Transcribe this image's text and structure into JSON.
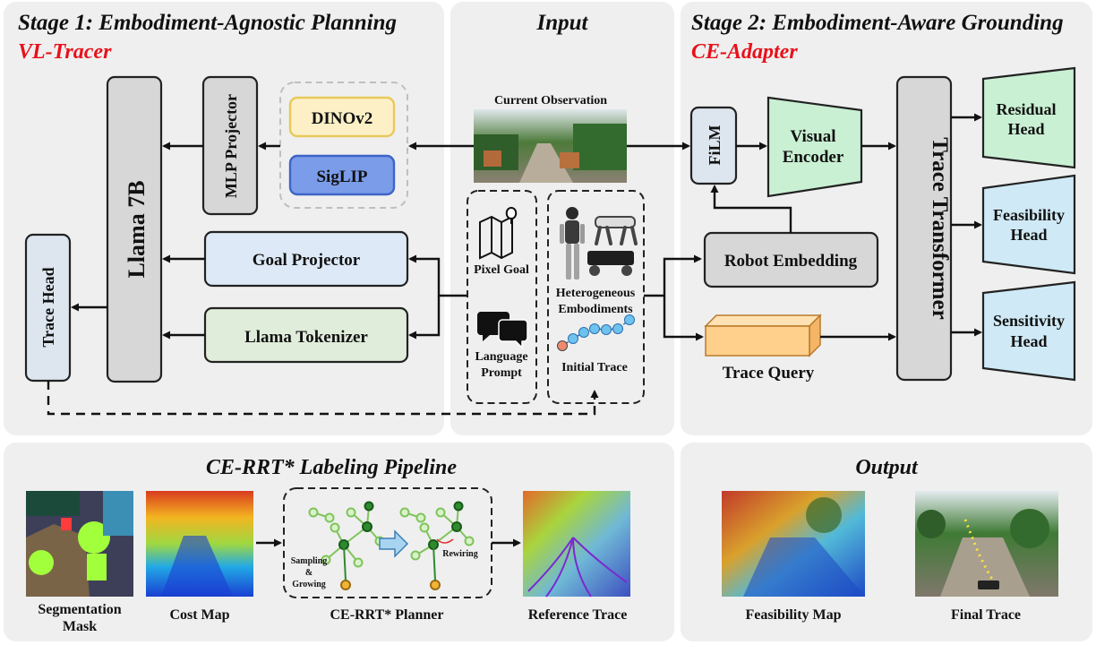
{
  "stage1": {
    "title": "Stage 1: Embodiment-Agnostic Planning",
    "subtitle": "VL-Tracer"
  },
  "input": {
    "title": "Input",
    "current_observation": "Current Observation",
    "pixel_goal": "Pixel Goal",
    "heterogeneous": "Heterogeneous",
    "embodiments": "Embodiments",
    "language": "Language",
    "prompt": "Prompt",
    "initial_trace": "Initial Trace"
  },
  "stage2": {
    "title": "Stage 2: Embodiment-Aware Grounding",
    "subtitle": "CE-Adapter"
  },
  "blocks": {
    "llama7b": "Llama 7B",
    "mlp_projector": "MLP Projector",
    "dinov2": "DINOv2",
    "siglip": "SigLIP",
    "trace_head": "Trace Head",
    "goal_projector": "Goal Projector",
    "llama_tokenizer": "Llama Tokenizer",
    "film": "FiLM",
    "visual_encoder_1": "Visual",
    "visual_encoder_2": "Encoder",
    "robot_embedding": "Robot Embedding",
    "trace_query": "Trace Query",
    "trace_transformer": "Trace Transformer",
    "residual_1": "Residual",
    "residual_2": "Head",
    "feasibility_1": "Feasibility",
    "feasibility_2": "Head",
    "sensitivity_1": "Sensitivity",
    "sensitivity_2": "Head"
  },
  "pipeline": {
    "title": "CE-RRT* Labeling Pipeline",
    "segmentation_1": "Segmentation",
    "segmentation_2": "Mask",
    "cost_map": "Cost Map",
    "planner": "CE-RRT* Planner",
    "reference_trace": "Reference Trace",
    "sampling_1": "Sampling",
    "sampling_2": "&",
    "sampling_3": "Growing",
    "rewiring": "Rewiring"
  },
  "output": {
    "title": "Output",
    "feasibility_map": "Feasibility Map",
    "final_trace": "Final Trace"
  },
  "colors": {
    "panel": "#efefef",
    "gray_box": "#d7d7d7",
    "dino": "#fdf0c6",
    "dino_border": "#e8c95a",
    "siglip": "#7b9ce9",
    "blue_box": "#dde9f7",
    "green_box": "#e1eddb",
    "encoder": "#c9f0d3",
    "head_blue": "#cfe9f6",
    "query": "#ffcf8c",
    "accent_red": "#e8101a"
  }
}
